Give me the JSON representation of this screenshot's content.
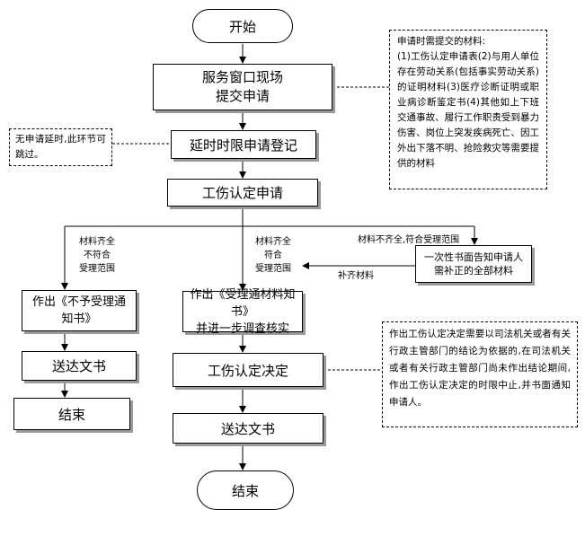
{
  "nodes": {
    "start": "开始",
    "submit": "服务窗口现场\n提交申请",
    "extend": "延时时限申请登记",
    "apply": "工伤认定申请",
    "reject": "作出《不予受理通\n知书》",
    "accept": "作出《受理通材料知书》\n并进一步调查核实",
    "notify": "一次性书面告知申请人\n需补正的全部材料",
    "deliver_left": "送达文书",
    "end_left": "结束",
    "decision": "工伤认定决定",
    "deliver_center": "送达文书",
    "end_center": "结束"
  },
  "notes": {
    "materials_title": "申请时需提交的材料:",
    "materials_body": "(1)工伤认定申请表(2)与用人单位存在劳动关系(包括事实劳动关系)的证明材料(3)医疗诊断证明或职业病诊断鉴定书(4)其他如上下班交通事故、履行工作职责受到暴力伤害、岗位上突发疾病死亡、因工外出下落不明、抢险救灾等需要提供的材料",
    "skip": "无申请延时,此环节可跳过。",
    "suspend": "作出工伤认定决定需要以司法机关或者有关行政主管部门的结论为依据的,在司法机关或者有关行政主管部门尚未作出结论期间,作出工伤认定决定的时限中止,并书面通知申请人。"
  },
  "labels": {
    "left_branch": "材料齐全\n不符合\n受理范围",
    "center_branch": "材料齐全\n符合\n受理范围",
    "right_branch": "材料不齐全,符合受理范围",
    "supplement": "补齐材料"
  }
}
